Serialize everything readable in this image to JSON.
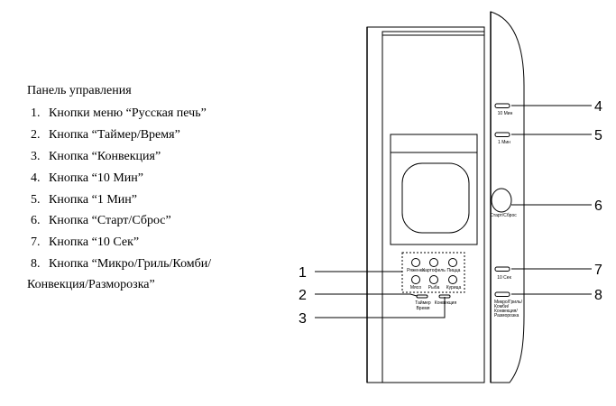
{
  "legend": {
    "title": "Панель управления",
    "items": [
      {
        "num": "1.",
        "text": "Кнопки меню “Русская печь”"
      },
      {
        "num": "2.",
        "text": "Кнопка “Таймер/Время”"
      },
      {
        "num": "3.",
        "text": "Кнопка “Конвекция”"
      },
      {
        "num": "4.",
        "text": "Кнопка “10 Мин”"
      },
      {
        "num": "5.",
        "text": "Кнопка “1 Мин”"
      },
      {
        "num": "6.",
        "text": "Кнопка “Старт/Сброс”"
      },
      {
        "num": "7.",
        "text": "Кнопка “10 Сек”"
      },
      {
        "num": "8.",
        "text": "Кнопка “Микро/Гриль/Комби/"
      }
    ],
    "continuation": "Конвекция/Разморозка”"
  },
  "panel": {
    "menu_row1": [
      "Ряженка",
      "Картофель",
      "Пицца"
    ],
    "menu_row2": [
      "Мясо",
      "Рыба",
      "Курица"
    ],
    "timer_label_1": "Таймер",
    "timer_label_2": "Время",
    "convection_label": "Конвекция"
  },
  "side_panel": {
    "btn_10min": "10 Мин",
    "btn_1min": "1 Мин",
    "start_label": "Старт/Сброс",
    "btn_10sec": "10 Сек",
    "mode_lines": [
      "Микро/Гриль/",
      "Комби/",
      "Конвекция/",
      "Разморозка"
    ]
  },
  "callouts": {
    "c1": "1",
    "c2": "2",
    "c3": "3",
    "c4": "4",
    "c5": "5",
    "c6": "6",
    "c7": "7",
    "c8": "8"
  }
}
